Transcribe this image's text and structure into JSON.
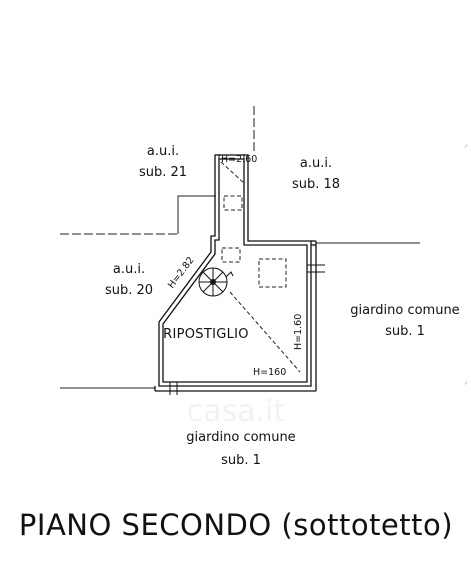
{
  "labels": {
    "sub21": {
      "line1": "a.u.i.",
      "line2": "sub. 21"
    },
    "sub18": {
      "line1": "a.u.i.",
      "line2": "sub. 18"
    },
    "sub20": {
      "line1": "a.u.i.",
      "line2": "sub. 20"
    },
    "garden_right": {
      "line1": "giardino comune",
      "line2": "sub. 1"
    },
    "garden_bottom": {
      "line1": "giardino comune",
      "line2": "sub. 1"
    }
  },
  "room": {
    "name": "RIPOSTIGLIO"
  },
  "dimensions": {
    "top": "H=2.60",
    "diagonal": "H=2.82",
    "right": "H=1.60",
    "bottom": "H=160"
  },
  "watermark": "casa.it",
  "title": "PIANO SECONDO (sottotetto)",
  "edge_marks": {
    "upper": "⸝",
    "lower": "⸝"
  }
}
